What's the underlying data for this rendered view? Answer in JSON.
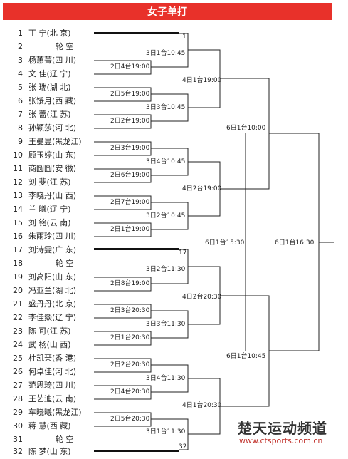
{
  "title": "女子单打",
  "players": [
    {
      "seed": "1",
      "name": "丁 宁(北 京)"
    },
    {
      "seed": "2",
      "name": "轮 空"
    },
    {
      "seed": "3",
      "name": "杨蕙菁(四 川)"
    },
    {
      "seed": "4",
      "name": "文 佳(辽 宁)"
    },
    {
      "seed": "5",
      "name": "张 瑞(湖 北)"
    },
    {
      "seed": "6",
      "name": "张馁月(西 藏)"
    },
    {
      "seed": "7",
      "name": "张 蔷(江 苏)"
    },
    {
      "seed": "8",
      "name": "孙颖莎(河 北)"
    },
    {
      "seed": "9",
      "name": "王曼昱(黑龙江)"
    },
    {
      "seed": "10",
      "name": "顾玉婷(山 东)"
    },
    {
      "seed": "11",
      "name": "商圆圆(安 徽)"
    },
    {
      "seed": "12",
      "name": "刘 斐(江 苏)"
    },
    {
      "seed": "13",
      "name": "李晓丹(山 西)"
    },
    {
      "seed": "14",
      "name": "兰 曦(辽 宁)"
    },
    {
      "seed": "15",
      "name": "刘 铭(云 南)"
    },
    {
      "seed": "16",
      "name": "朱雨玲(四 川)"
    },
    {
      "seed": "17",
      "name": "刘诗雯(广 东)"
    },
    {
      "seed": "18",
      "name": "轮 空"
    },
    {
      "seed": "19",
      "name": "刘高阳(山 东)"
    },
    {
      "seed": "20",
      "name": "冯亚兰(湖 北)"
    },
    {
      "seed": "21",
      "name": "盛丹丹(北 京)"
    },
    {
      "seed": "22",
      "name": "李佳燚(辽 宁)"
    },
    {
      "seed": "23",
      "name": "陈 可(江 苏)"
    },
    {
      "seed": "24",
      "name": "武 杨(山 西)"
    },
    {
      "seed": "25",
      "name": "杜凯琹(香 港)"
    },
    {
      "seed": "26",
      "name": "何卓佳(河 北)"
    },
    {
      "seed": "27",
      "name": "范思琦(四 川)"
    },
    {
      "seed": "28",
      "name": "王艺迪(云 南)"
    },
    {
      "seed": "29",
      "name": "车晓曦(黑龙江)"
    },
    {
      "seed": "30",
      "name": "蒋 慧(西 藏)"
    },
    {
      "seed": "31",
      "name": "轮 空"
    },
    {
      "seed": "32",
      "name": "陈 梦(山 东)"
    }
  ],
  "bye_markers": [
    "1",
    "17",
    "32"
  ],
  "round1_slots": [
    "2日4台19:00",
    "2日5台19:00",
    "2日2台19:00",
    "2日3台19:00",
    "2日6台19:00",
    "2日7台19:00",
    "2日1台19:00",
    "2日8台19:00",
    "2日3台20:30",
    "2日1台20:30",
    "2日2台20:30",
    "2日4台20:30",
    "2日5台20:30"
  ],
  "round2_slots": [
    "3日1台10:45",
    "3日3台10:45",
    "3日4台10:45",
    "3日2台10:45",
    "3日2台11:30",
    "3日3台11:30",
    "3日4台11:30",
    "3日1台11:30"
  ],
  "round3_slots": [
    "4日1台19:00",
    "4日2台19:00",
    "4日2台20:30",
    "4日1台20:30"
  ],
  "quarter_slots": [
    "6日1台10:00",
    "6日1台15:30",
    "6日1台10:45"
  ],
  "final_slot": "6日1台16:30",
  "watermark": {
    "brand": "楚天运动频道",
    "url": "www.ctsports.com.cn"
  }
}
